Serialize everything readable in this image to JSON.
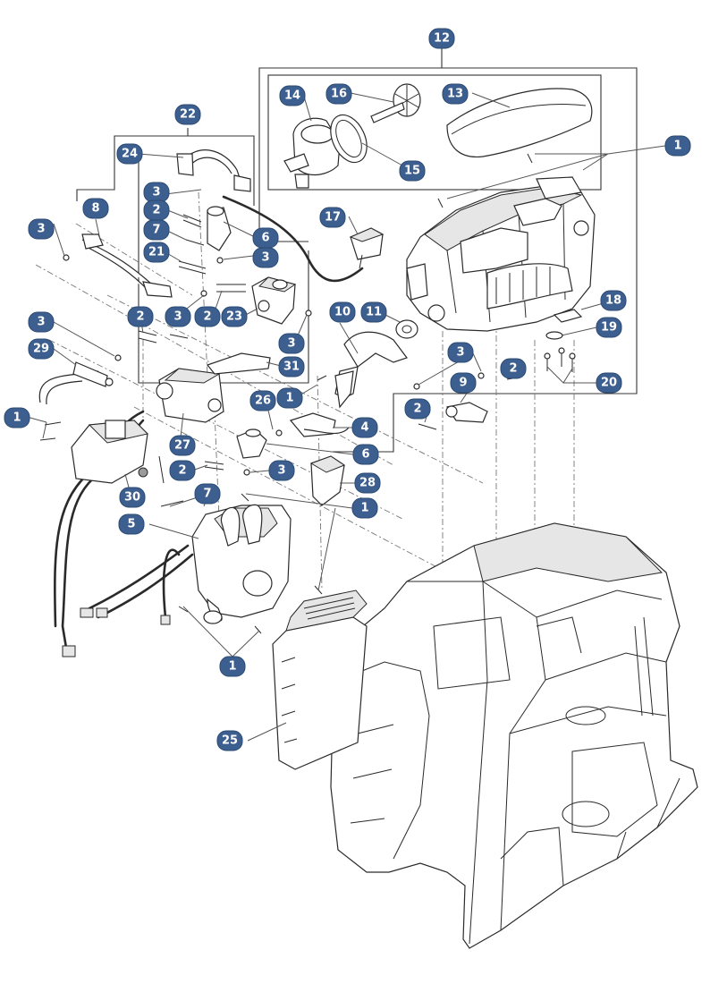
{
  "diagram": {
    "callouts": [
      "1",
      "2",
      "3",
      "4",
      "5",
      "6",
      "7",
      "8",
      "9",
      "10",
      "11",
      "12",
      "13",
      "14",
      "15",
      "16",
      "17",
      "18",
      "19",
      "20",
      "21",
      "22",
      "23",
      "24",
      "25",
      "26",
      "27",
      "28",
      "29",
      "30",
      "31"
    ],
    "colors": {
      "callout_fill": "#3d5f8f",
      "line": "#2a2a2a",
      "background": "#ffffff"
    }
  }
}
